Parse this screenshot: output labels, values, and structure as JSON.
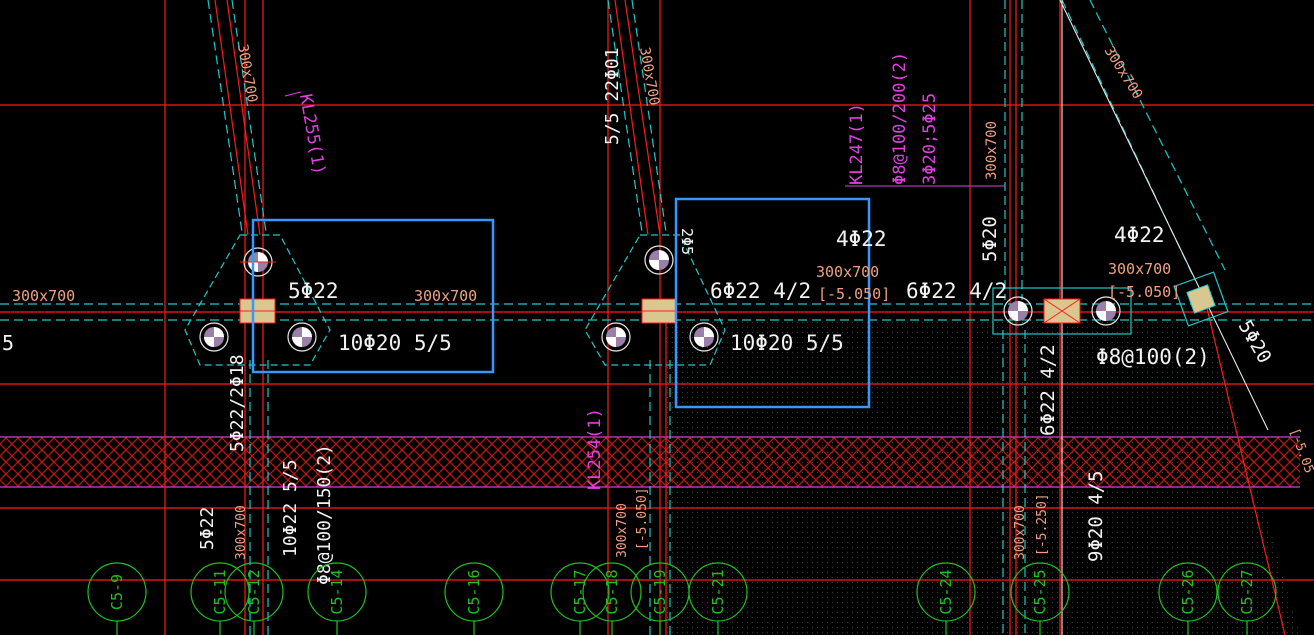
{
  "colors": {
    "background": "#000000",
    "grid_red": "#ff1a1a",
    "cyan_dashed": "#22c8c8",
    "beam_size_text": "#f0a080",
    "white_text": "#f2f2f2",
    "magenta": "#e040e0",
    "green_axis": "#20c020",
    "blue_selection": "#3399ff",
    "hatch_red": "#c01818",
    "column_fill": "#d8c890"
  },
  "beam_labels": {
    "kl255": "KL255(1)",
    "kl247": "KL247(1)",
    "kl247_stirrup": "Φ8@100/200(2)",
    "kl247_bars": "3Φ20;5Φ25",
    "kl254": "KL254(1)"
  },
  "beam_sizes": {
    "left_edge": "300x700",
    "left_mid": "300x700",
    "right_mid": "300x700",
    "right_far": "300x700",
    "diag_a": "300x700",
    "diag_b": "300x700",
    "diag_c": "300x700",
    "vert_top": "300x700",
    "bot_a": "300x700",
    "bot_b": "300x700",
    "bot_c": "300x700"
  },
  "elevations": {
    "mid": "[-5.050]",
    "right": "[-5.050]",
    "bot_b": "[-5.050]",
    "bot_c": "[-5.250]",
    "edge_right": "[-5.05"
  },
  "rebar": {
    "left_top": "5Φ22",
    "left_bottom": "10Φ20  5/5",
    "left_vert_a": "5Φ22/2Φ18",
    "left_vert_b": "10Φ22  5/5",
    "left_vert_c": "Φ8@100/150(2)",
    "left_vert_d": "5Φ22",
    "mid_diag": "5/5  22Φ01",
    "mid_small": "2Φ5",
    "mid_top": "6Φ22  4/2",
    "mid_bottom": "10Φ20  5/5",
    "mid_upper": "4Φ22",
    "right_top": "6Φ22  4/2",
    "right_upper": "4Φ22",
    "right_vert": "5Φ20",
    "right_stirrup": "Φ8@100(2)",
    "right_vert_b": "6Φ22  4/2",
    "right_vert_c": "9Φ20  4/5",
    "far_right": "5Φ20",
    "left_cut": "5"
  },
  "axes": [
    "C5-9",
    "C5-11",
    "C5-12",
    "C5-14",
    "C5-16",
    "C5-17",
    "C5-18",
    "C5-19",
    "C5-21",
    "C5-24",
    "C5-25",
    "C5-26",
    "C5-27"
  ]
}
